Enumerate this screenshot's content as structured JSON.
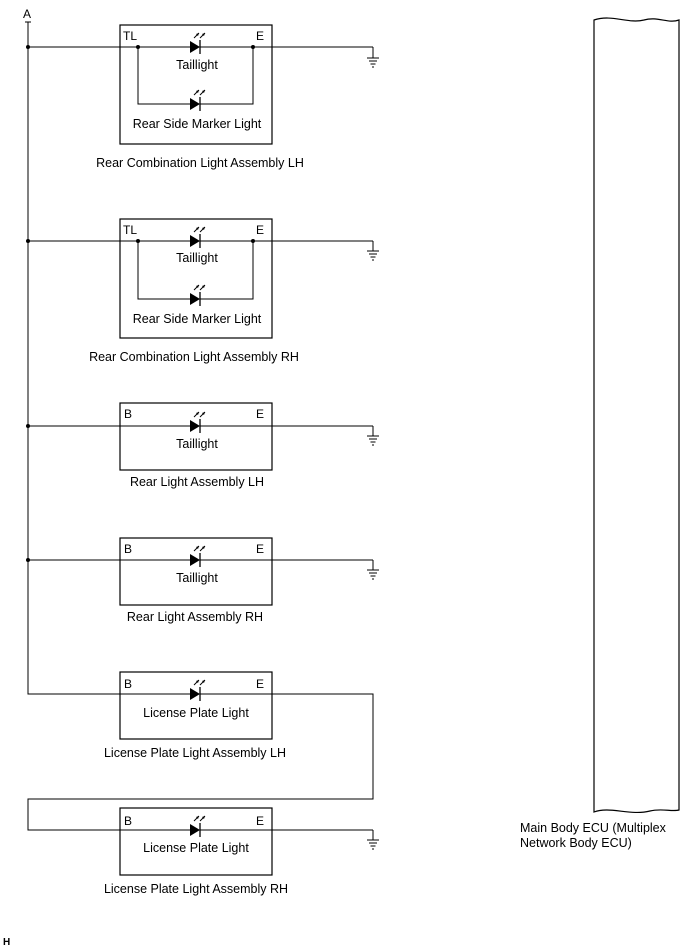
{
  "connector": {
    "label": "A"
  },
  "components": [
    {
      "caption": "Rear Combination Light Assembly LH",
      "pin_left": "TL",
      "pin_right": "E",
      "lamps": [
        "Taillight",
        "Rear Side Marker Light"
      ]
    },
    {
      "caption": "Rear Combination Light Assembly RH",
      "pin_left": "TL",
      "pin_right": "E",
      "lamps": [
        "Taillight",
        "Rear Side Marker Light"
      ]
    },
    {
      "caption": "Rear Light Assembly LH",
      "pin_left": "B",
      "pin_right": "E",
      "lamps": [
        "Taillight"
      ]
    },
    {
      "caption": "Rear Light Assembly RH",
      "pin_left": "B",
      "pin_right": "E",
      "lamps": [
        "Taillight"
      ]
    },
    {
      "caption": "License Plate Light Assembly LH",
      "pin_left": "B",
      "pin_right": "E",
      "lamps": [
        "License Plate Light"
      ]
    },
    {
      "caption": "License Plate Light Assembly RH",
      "pin_left": "B",
      "pin_right": "E",
      "lamps": [
        "License Plate Light"
      ]
    }
  ],
  "ecu": {
    "label_line1": "Main Body ECU (Multiplex",
    "label_line2": "Network Body ECU)"
  },
  "footer": {
    "mark": "H"
  }
}
